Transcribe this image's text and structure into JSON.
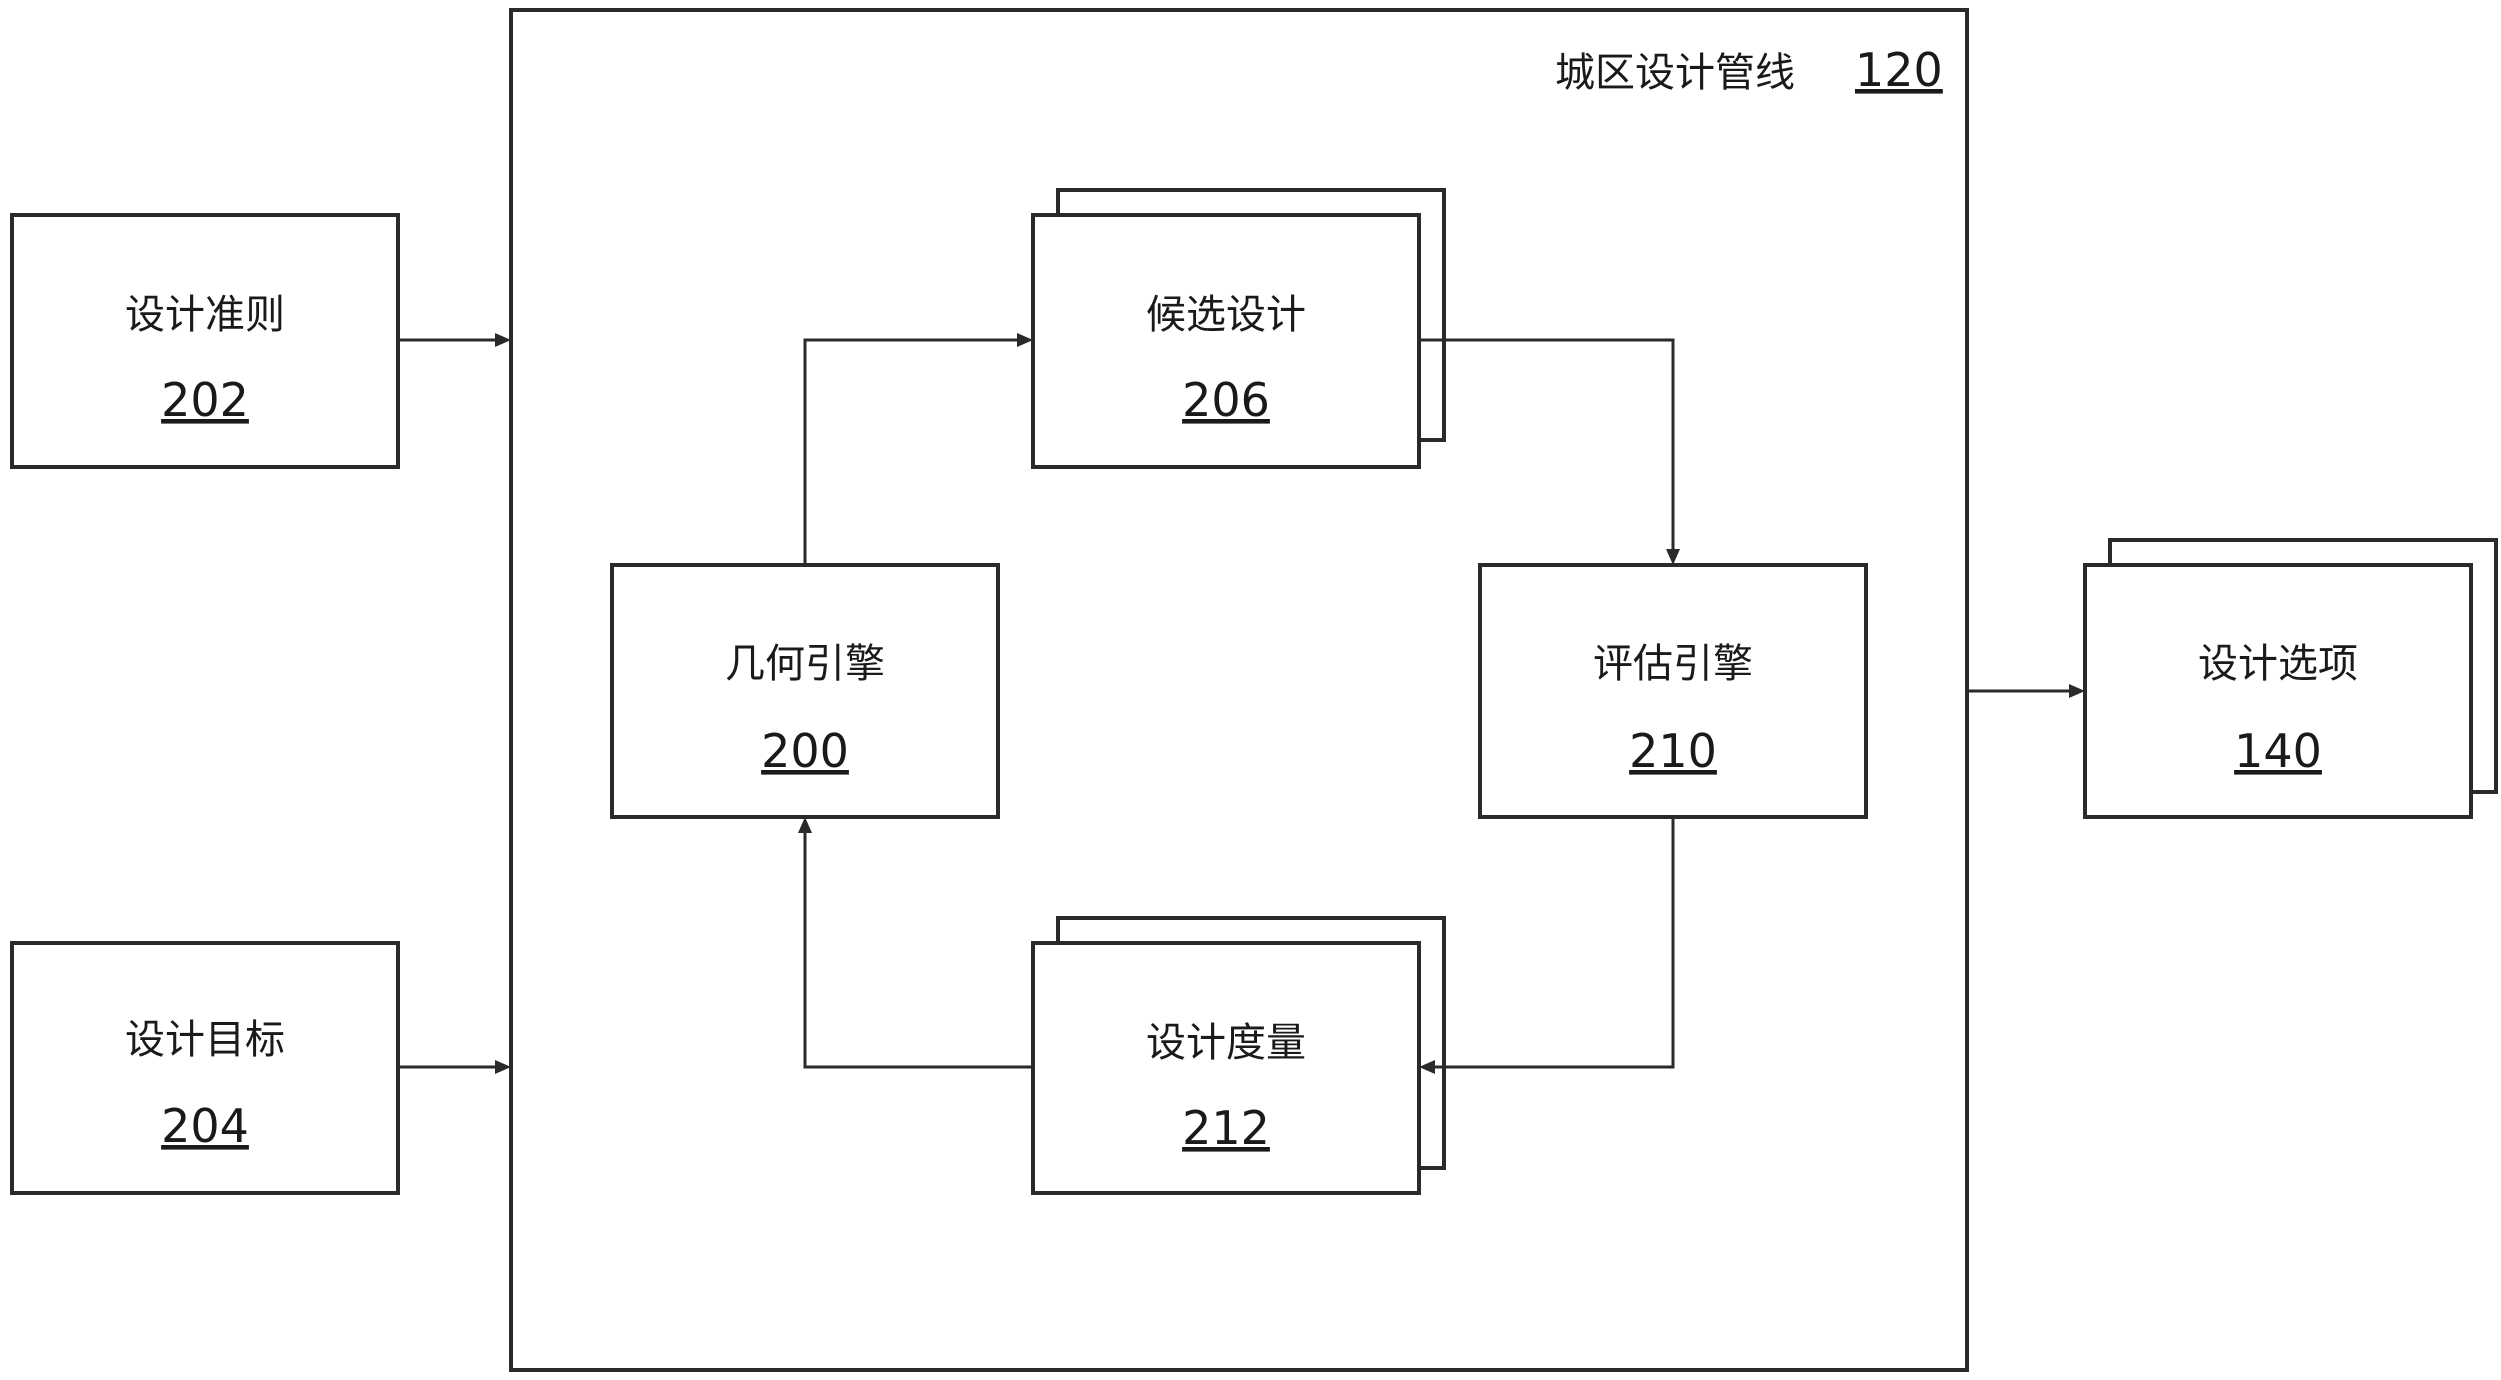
{
  "pipeline": {
    "title": "城区设计管线",
    "number": "120"
  },
  "boxes": {
    "design_criteria": {
      "title": "设计准则",
      "number": "202"
    },
    "design_objectives": {
      "title": "设计目标",
      "number": "204"
    },
    "geometry_engine": {
      "title": "几何引擎",
      "number": "200"
    },
    "candidate_designs": {
      "title": "候选设计",
      "number": "206"
    },
    "evaluation_engine": {
      "title": "评估引擎",
      "number": "210"
    },
    "design_metrics": {
      "title": "设计度量",
      "number": "212"
    },
    "design_options": {
      "title": "设计选项",
      "number": "140"
    }
  }
}
